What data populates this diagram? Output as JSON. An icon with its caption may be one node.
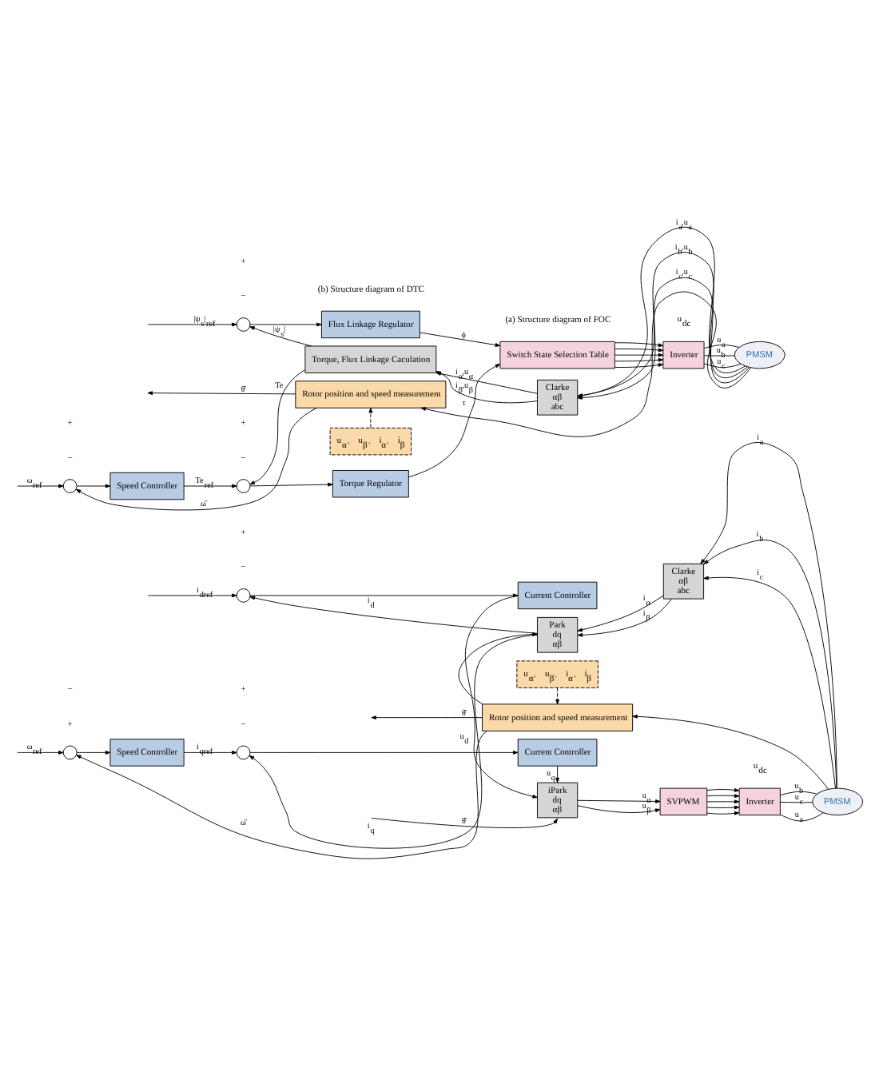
{
  "diagram": {
    "nodes": [
      {
        "text": [],
        "shape": "circle"
      },
      {
        "text": [
          "Speed Controller"
        ]
      },
      {
        "text": [],
        "shape": "circle"
      },
      {
        "text": [
          "Current Controller"
        ]
      },
      {
        "text": [],
        "shape": "circle"
      },
      {
        "text": [
          "Current Controller"
        ]
      },
      {
        "text": [
          "iPark",
          "dq",
          "αβ"
        ]
      },
      {
        "text": [
          "SVPWM"
        ]
      },
      {
        "text": [
          "Inverter"
        ]
      },
      {
        "text": [
          "Park",
          "dq",
          "αβ"
        ]
      },
      {
        "text": [
          "Clarke",
          "αβ",
          "abc"
        ]
      },
      {
        "text": [
          "u$_{α}$、 u$_{β}$、 i$_{α}$、 i$_{β}$"
        ]
      },
      {
        "text": [
          "Rotor position and speed measurement"
        ]
      },
      {
        "text": [
          "PMSM"
        ]
      },
      {
        "text": [],
        "shape": "circle"
      },
      {
        "text": [
          "Speed Controller"
        ]
      },
      {
        "text": [],
        "shape": "circle"
      },
      {
        "text": [
          "Torque Regulator"
        ]
      },
      {
        "text": [],
        "shape": "circle"
      },
      {
        "text": [
          "Flux Linkage Regulator"
        ]
      },
      {
        "text": [
          "Switch State Selection Table"
        ]
      },
      {
        "text": [
          "Inverter"
        ]
      },
      {
        "text": [
          "Torque, Flux Linkage Caculation"
        ]
      },
      {
        "text": [
          "Clarke",
          "αβ",
          "abc"
        ]
      },
      {
        "text": [
          "u$_{α}$、 u$_{β}$、 i$_{α}$、 i$_{β}$"
        ]
      },
      {
        "text": [
          "Rotor position and speed measurement"
        ]
      },
      {
        "text": [
          "PMSM"
        ]
      }
    ],
    "edges": [
      {
        "from": null,
        "to": 0,
        "arrow": "to",
        "label": "ω$_{ref}$"
      },
      {
        "from": 0,
        "to": 1,
        "arrow": "to"
      },
      {
        "from": 1,
        "to": 2,
        "arrow": "to",
        "label": "i$_{qref}$"
      },
      {
        "from": 2,
        "to": 3,
        "arrow": "to"
      },
      {
        "from": null,
        "to": 4,
        "arrow": "to",
        "label": "i$_{dref}$"
      },
      {
        "from": 4,
        "to": 5,
        "arrow": "to"
      },
      {
        "from": 3,
        "to": 6,
        "arrow": "to",
        "label": "u$_{q}$"
      },
      {
        "from": 5,
        "to": 6,
        "arrow": "to",
        "label": "u$_{d}$"
      },
      {
        "from": null,
        "to": 6,
        "arrow": "to",
        "label": "θ̂"
      },
      {
        "from": 6,
        "to": 7,
        "arrow": "to",
        "label": "u$_{α}$"
      },
      {
        "from": 6,
        "to": 7,
        "arrow": "to",
        "label": "u$_{β}$"
      },
      {
        "from": 7,
        "to": 8,
        "arrow": "to"
      },
      {
        "from": 7,
        "to": 8,
        "arrow": "to"
      },
      {
        "from": 7,
        "to": 8,
        "arrow": "to"
      },
      {
        "from": 7,
        "to": 8,
        "arrow": "to"
      },
      {
        "from": 7,
        "to": 8,
        "arrow": "to"
      },
      {
        "from": 8,
        "to": 13,
        "arrow": "none",
        "label": "u$_{a}$"
      },
      {
        "from": 8,
        "to": 13,
        "arrow": "none",
        "label": "u$_{b}$"
      },
      {
        "from": 8,
        "to": 13,
        "arrow": "none",
        "label": "u$_{c}$"
      },
      {
        "from": 13,
        "to": 10,
        "arrow": "to",
        "label": "i$_{a}$"
      },
      {
        "from": 13,
        "to": 10,
        "arrow": "to",
        "label": "i$_{b}$"
      },
      {
        "from": 13,
        "to": 10,
        "arrow": "to",
        "label": "i$_{c}$"
      },
      {
        "from": 10,
        "to": 9,
        "arrow": "to",
        "label": "i$_{α}$"
      },
      {
        "from": 10,
        "to": 9,
        "arrow": "to",
        "label": "i$_{β}$"
      },
      {
        "from": 9,
        "to": 4,
        "arrow": "to",
        "label": "i$_{d}$"
      },
      {
        "from": 9,
        "to": 2,
        "arrow": "to",
        "label": "i$_{q}$"
      },
      {
        "from": 12,
        "to": 9,
        "arrow": "to"
      },
      {
        "from": 12,
        "to": null,
        "arrow": "to",
        "label": "θ̂"
      },
      {
        "from": 12,
        "to": 0,
        "arrow": "to",
        "label": "ω̂"
      },
      {
        "from": 11,
        "to": 12,
        "arrow": "to",
        "style": "dashed"
      },
      {
        "from": 13,
        "to": 12,
        "arrow": "to"
      },
      {
        "from": null,
        "to": 14,
        "arrow": "to",
        "label": "ω$_{ref}$"
      },
      {
        "from": 14,
        "to": 15,
        "arrow": "to"
      },
      {
        "from": 15,
        "to": 16,
        "arrow": "to",
        "label": "Te$_{ref}$"
      },
      {
        "from": 16,
        "to": 17,
        "arrow": "to"
      },
      {
        "from": null,
        "to": 18,
        "arrow": "to",
        "label": "|ψ$_{s}$|$_{ref}$"
      },
      {
        "from": 18,
        "to": 19,
        "arrow": "to"
      },
      {
        "from": 17,
        "to": 20,
        "arrow": "to",
        "label": "τ"
      },
      {
        "from": 19,
        "to": 20,
        "arrow": "to",
        "label": "ϕ"
      },
      {
        "from": 20,
        "to": 21,
        "arrow": "to"
      },
      {
        "from": 20,
        "to": 21,
        "arrow": "to"
      },
      {
        "from": 20,
        "to": 21,
        "arrow": "to"
      },
      {
        "from": 20,
        "to": 21,
        "arrow": "to"
      },
      {
        "from": 20,
        "to": 21,
        "arrow": "to"
      },
      {
        "from": 21,
        "to": 26,
        "arrow": "none",
        "label": "u$_{a}$"
      },
      {
        "from": 21,
        "to": 26,
        "arrow": "none",
        "label": "u$_{b}$"
      },
      {
        "from": 21,
        "to": 26,
        "arrow": "none",
        "label": "u$_{c}$"
      },
      {
        "from": 26,
        "to": 23,
        "arrow": "to",
        "label": "i$_{a}$,u$_{a}$"
      },
      {
        "from": 26,
        "to": 23,
        "arrow": "to",
        "label": "i$_{b}$,u$_{b}$"
      },
      {
        "from": 26,
        "to": 23,
        "arrow": "to",
        "label": "i$_{c}$,u$_{c}$"
      },
      {
        "from": 23,
        "to": 22,
        "arrow": "to",
        "label": "i$_{α}$,u$_{α}$"
      },
      {
        "from": 23,
        "to": 22,
        "arrow": "to",
        "label": "i$_{β}$,u$_{β}$"
      },
      {
        "from": 22,
        "to": 18,
        "arrow": "to",
        "label": "|ψ$_{s}$|"
      },
      {
        "from": 22,
        "to": 16,
        "arrow": "to",
        "label": "Te"
      },
      {
        "from": 25,
        "to": null,
        "arrow": "to",
        "label": "θ̂"
      },
      {
        "from": 25,
        "to": 14,
        "arrow": "to",
        "label": "ω̂"
      },
      {
        "from": 24,
        "to": 25,
        "arrow": "to",
        "style": "dashed"
      },
      {
        "from": 26,
        "to": 25,
        "arrow": "to"
      }
    ],
    "labels": [
      "+",
      "−",
      "+",
      "−",
      "u$_{dc}$",
      "+",
      "−",
      "(a) Structure diagram of FOC",
      "+",
      "−",
      "+",
      "−",
      "u$_{dc}$",
      "+",
      "−",
      "(b) Structure diagram of DTC"
    ]
  }
}
